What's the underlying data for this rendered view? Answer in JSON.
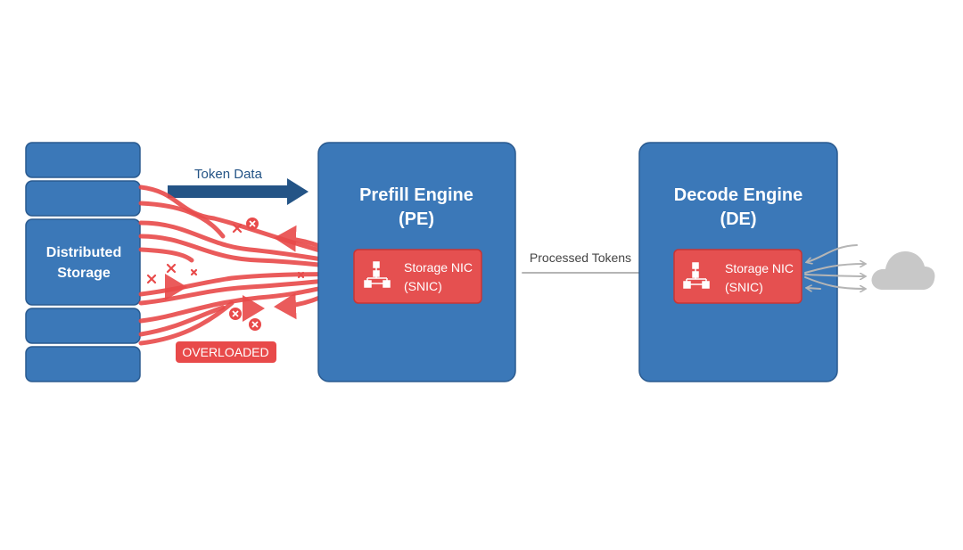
{
  "storage": {
    "label_line1": "Distributed",
    "label_line2": "Storage",
    "segments": 5
  },
  "token_data": {
    "label": "Token Data"
  },
  "overloaded_badge": {
    "label": "OVERLOADED"
  },
  "prefill_engine": {
    "title_line1": "Prefill Engine",
    "title_line2": "(PE)",
    "nic": {
      "label_line1": "Storage NIC",
      "label_line2": "(SNIC)",
      "icon": "network-hierarchy-icon"
    }
  },
  "processed_tokens": {
    "label": "Processed Tokens"
  },
  "decode_engine": {
    "title_line1": "Decode Engine",
    "title_line2": "(DE)",
    "nic": {
      "label_line1": "Storage NIC",
      "label_line2": "(SNIC)",
      "icon": "network-hierarchy-icon"
    }
  },
  "cloud": {
    "icon": "cloud-icon"
  },
  "colors": {
    "engine_blue": "#3b78b8",
    "engine_border": "#2a5a8f",
    "arrow_navy": "#245486",
    "alert_red": "#e84a4a",
    "nic_border": "#c73535",
    "grey": "#b5b5b5",
    "cloud_grey": "#c8c8c8",
    "label_dark": "#444444"
  }
}
